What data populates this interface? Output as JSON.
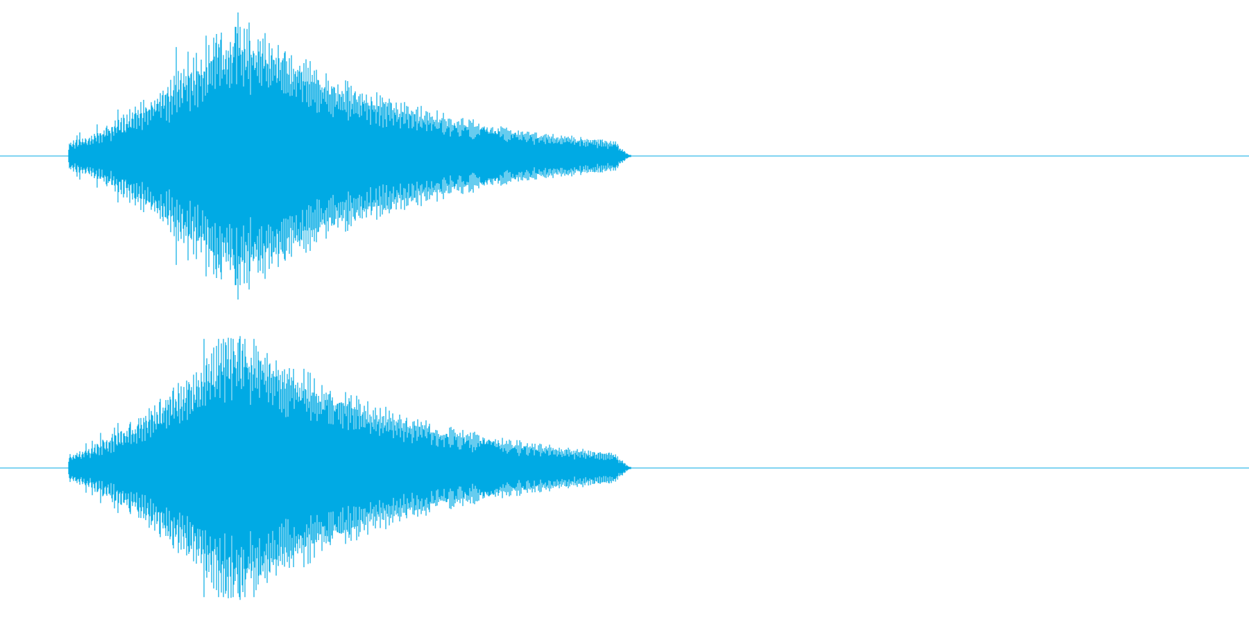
{
  "waveform": {
    "color": "#00aae4",
    "background": "#ffffff",
    "channels": [
      {
        "name": "left"
      },
      {
        "name": "right"
      }
    ],
    "content_start_fraction": 0.055,
    "content_end_fraction": 0.505,
    "peak_amplitude": 0.9
  }
}
